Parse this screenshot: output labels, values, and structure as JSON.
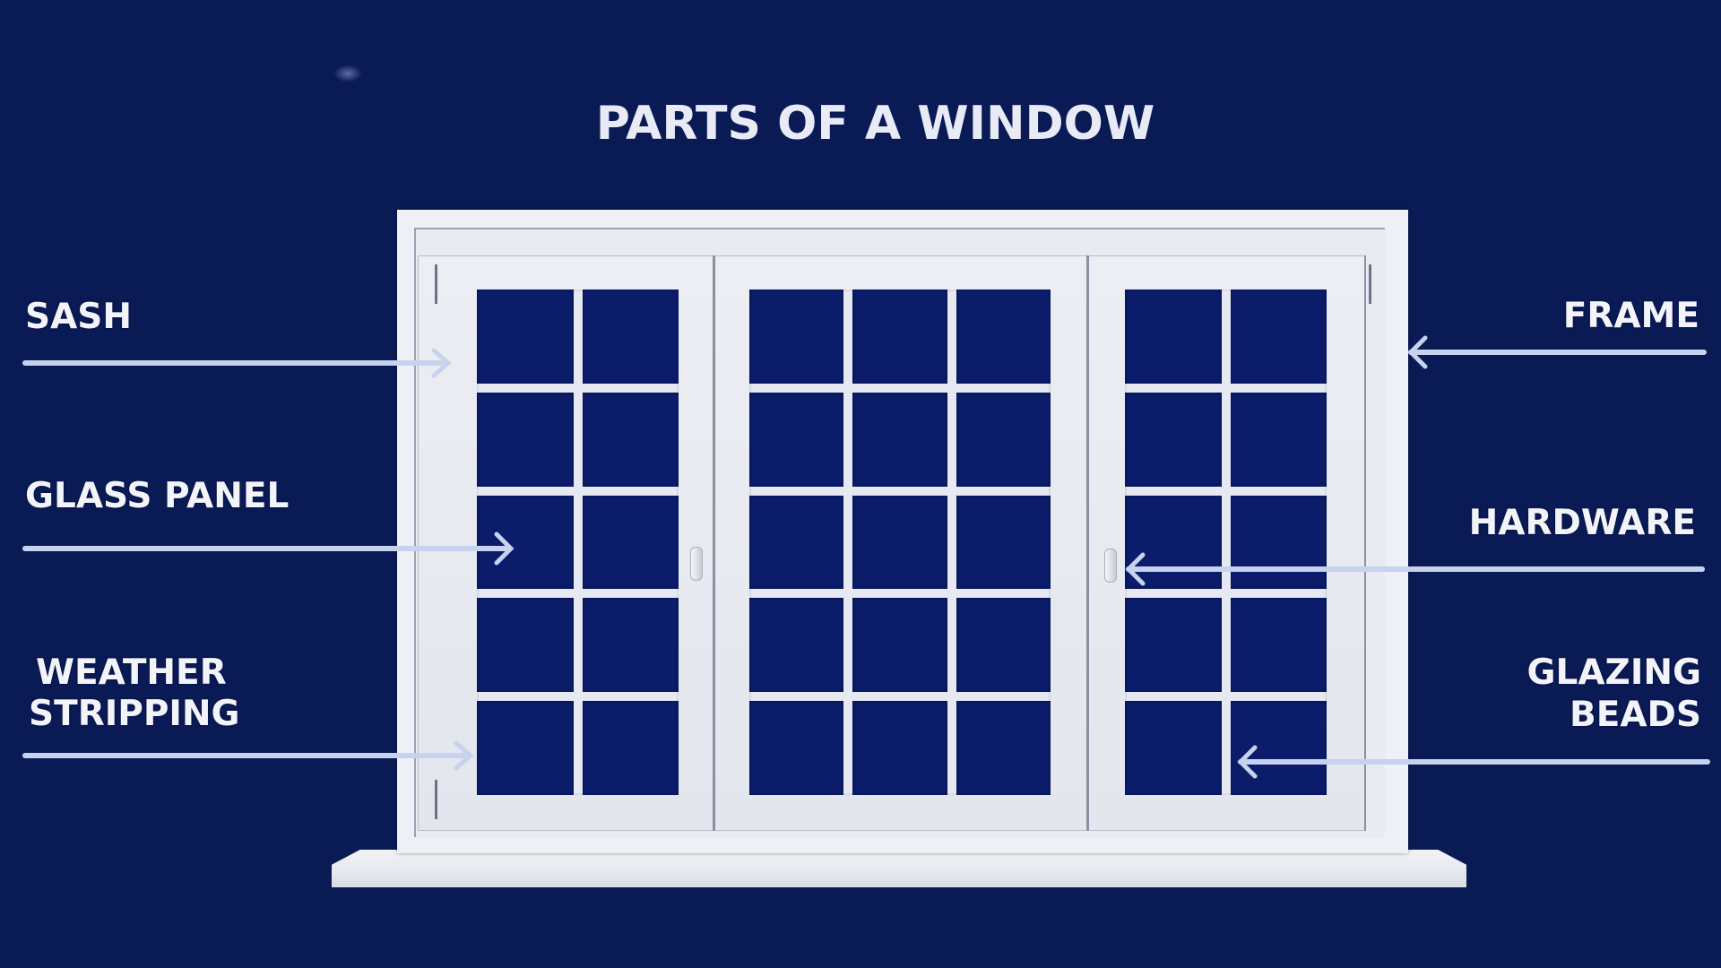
{
  "title": "PARTS OF A WINDOW",
  "colors": {
    "background": "#0a1a55",
    "glass": "#0b1c6a",
    "frame": "#eef0f5",
    "arrow": "#c7d2ee",
    "text": "#f2f4fa"
  },
  "labels": {
    "left": [
      {
        "id": "sash",
        "text": "SASH",
        "lines": [
          "SASH"
        ]
      },
      {
        "id": "glass-panel",
        "text": "GLASS PANEL",
        "lines": [
          "GLASS PANEL"
        ]
      },
      {
        "id": "weather-stripping",
        "text": "WEATHER STRIPPING",
        "lines": [
          "WEATHER",
          "STRIPPING"
        ]
      }
    ],
    "right": [
      {
        "id": "frame",
        "text": "FRAME",
        "lines": [
          "FRAME"
        ]
      },
      {
        "id": "hardware",
        "text": "HARDWARE",
        "lines": [
          "HARDWARE"
        ]
      },
      {
        "id": "glazing-beads",
        "text": "GLAZING BEADS",
        "lines": [
          "GLAZING",
          "BEADS"
        ]
      }
    ]
  },
  "window": {
    "sashes": [
      {
        "name": "left",
        "columns": 2,
        "rows": 5
      },
      {
        "name": "center",
        "columns": 3,
        "rows": 5
      },
      {
        "name": "right",
        "columns": 2,
        "rows": 5
      }
    ]
  }
}
